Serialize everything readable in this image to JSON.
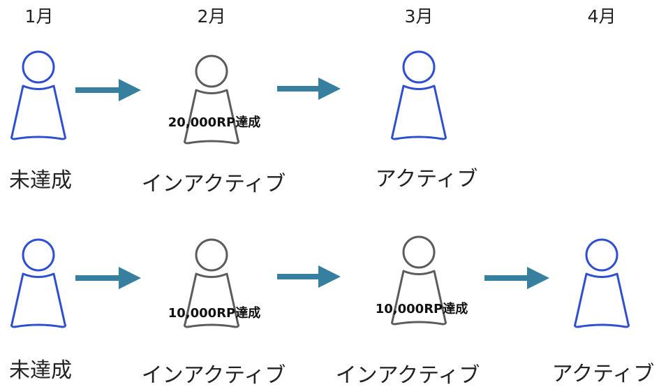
{
  "months": [
    "1月",
    "2月",
    "3月",
    "4月"
  ],
  "colors": {
    "active": "#2f4fd1",
    "inactive": "#5c5c5c",
    "arrow": "#377f9f"
  },
  "rows": [
    {
      "people": [
        {
          "kind": "active",
          "state": "未達成",
          "achievement": ""
        },
        {
          "kind": "inactive",
          "state": "インアクティブ",
          "achievement": "20,000RP達成"
        },
        {
          "kind": "active",
          "state": "アクティブ",
          "achievement": ""
        }
      ]
    },
    {
      "people": [
        {
          "kind": "active",
          "state": "未達成",
          "achievement": ""
        },
        {
          "kind": "inactive",
          "state": "インアクティブ",
          "achievement": "10,000RP達成"
        },
        {
          "kind": "inactive",
          "state": "インアクティブ",
          "achievement": "10,000RP達成"
        },
        {
          "kind": "active",
          "state": "アクティブ",
          "achievement": ""
        }
      ]
    }
  ]
}
